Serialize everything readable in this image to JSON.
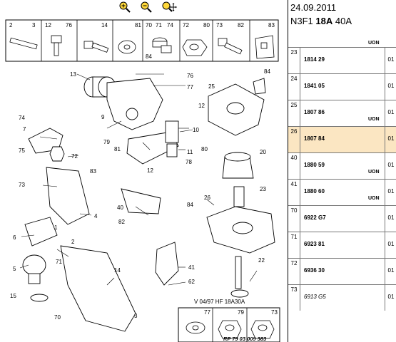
{
  "toolbar": {
    "icons": [
      "zoom-in-icon",
      "zoom-out-icon",
      "zoom-move-icon"
    ]
  },
  "header": {
    "date": "24.09.2011",
    "model_prefix": "N3F1",
    "model_bold": "18A",
    "model_suffix": "40A"
  },
  "top_uon": "UON",
  "rows": [
    {
      "num": "23",
      "ref": "1814 29",
      "qty": "01",
      "uon": ""
    },
    {
      "num": "24",
      "ref": "1841 05",
      "qty": "01",
      "uon": ""
    },
    {
      "num": "25",
      "ref": "1807 86",
      "qty": "01",
      "uon": "UON"
    },
    {
      "num": "26",
      "ref": "1807 84",
      "qty": "01",
      "uon": "",
      "highlight": true
    },
    {
      "num": "40",
      "ref": "1880 59",
      "qty": "01",
      "uon": "UON"
    },
    {
      "num": "41",
      "ref": "1880 60",
      "qty": "01",
      "uon": "UON"
    },
    {
      "num": "70",
      "ref": "6922 G7",
      "qty": "01",
      "uon": ""
    },
    {
      "num": "71",
      "ref": "6923 81",
      "qty": "01",
      "uon": ""
    },
    {
      "num": "72",
      "ref": "6936 30",
      "qty": "01",
      "uon": ""
    },
    {
      "num": "73",
      "ref": "6913 G5",
      "qty": "01",
      "uon": "",
      "italic": true
    }
  ],
  "strip_top": {
    "labels": [
      "2",
      "3",
      "12",
      "76",
      "14",
      "81",
      "70",
      "71",
      "74",
      "84",
      "72",
      "80",
      "73",
      "82",
      "83"
    ]
  },
  "strip_bottom": {
    "labels": [
      "77",
      "79",
      "73"
    ]
  },
  "callouts": [
    "13",
    "76",
    "77",
    "84",
    "25",
    "12",
    "9",
    "10",
    "79",
    "81",
    "78",
    "11",
    "80",
    "20",
    "74",
    "7",
    "75",
    "72",
    "83",
    "73",
    "12",
    "40",
    "82",
    "84",
    "26",
    "23",
    "6",
    "4",
    "1",
    "2",
    "5",
    "15",
    "71",
    "14",
    "41",
    "22",
    "3",
    "70",
    "62"
  ],
  "footer": {
    "version": "V 04/97  HF 18A30A",
    "ref": "RP 79 03 009 383"
  }
}
